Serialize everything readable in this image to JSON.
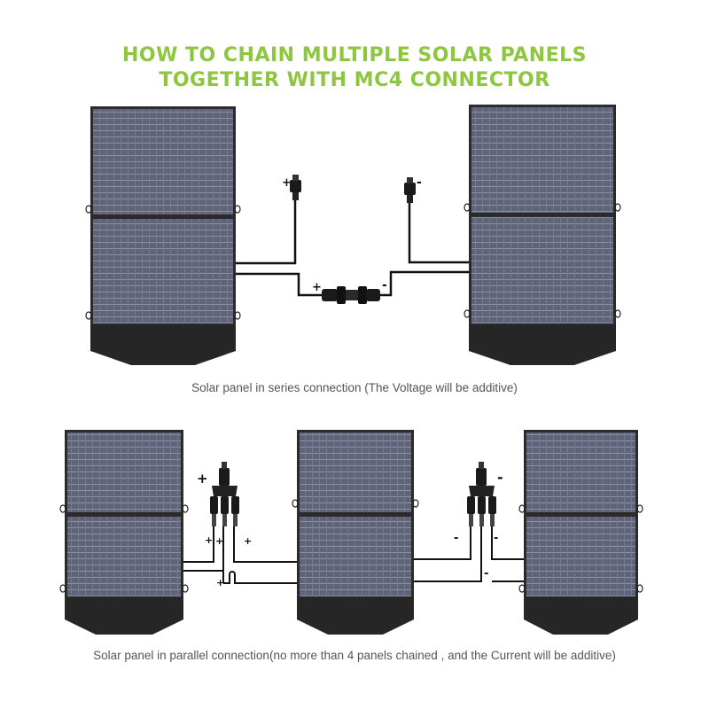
{
  "title": {
    "line1": "HOW TO CHAIN MULTIPLE SOLAR PANELS",
    "line2": "TOGETHER WITH MC4 CONNECTOR"
  },
  "colors": {
    "title": "#8dc63f",
    "panel_cell": "#5f6478",
    "panel_frame": "#2b2b2b",
    "panel_base": "#262626",
    "wire": "#111111",
    "caption": "#555555"
  },
  "series": {
    "caption": "Solar panel in series connection (The Voltage will be additive)",
    "sign_plus": "+",
    "sign_minus": "-"
  },
  "parallel": {
    "caption": "Solar panel in parallel connection(no more than 4 panels chained , and the Current will be additive)",
    "sign_plus": "+",
    "sign_minus": "-"
  }
}
